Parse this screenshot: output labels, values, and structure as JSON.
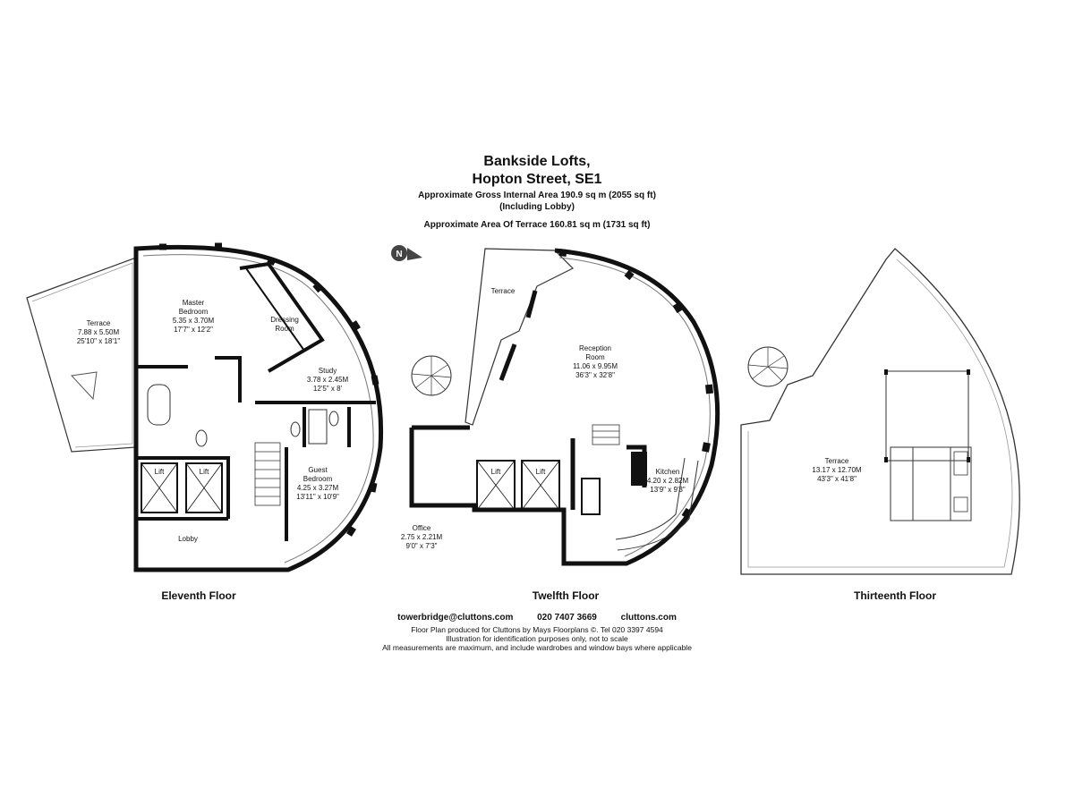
{
  "header": {
    "title_line1": "Bankside Lofts,",
    "title_line2": "Hopton Street, SE1",
    "area_gross": "Approximate Gross Internal Area  190.9 sq m  (2055 sq ft)",
    "area_note": "(Including Lobby)",
    "area_terrace": "Approximate Area Of Terrace  160.81 sq m  (1731 sq ft)"
  },
  "compass": {
    "label": "N"
  },
  "floors": {
    "eleventh": {
      "label": "Eleventh Floor",
      "rooms": {
        "terrace": [
          "Terrace",
          "7.88 x 5.50M",
          "25'10\" x 18'1\""
        ],
        "master": [
          "Master",
          "Bedroom",
          "5.35 x 3.70M",
          "17'7\" x 12'2\""
        ],
        "dressing": [
          "Dressing",
          "Room"
        ],
        "study": [
          "Study",
          "3.78 x 2.45M",
          "12'5\" x 8'"
        ],
        "guest": [
          "Guest",
          "Bedroom",
          "4.25 x 3.27M",
          "13'11\" x 10'9\""
        ],
        "lift1": "Lift",
        "lift2": "Lift",
        "lobby": "Lobby"
      }
    },
    "twelfth": {
      "label": "Twelfth Floor",
      "rooms": {
        "terrace": "Terrace",
        "reception": [
          "Reception",
          "Room",
          "11.06 x 9.95M",
          "36'3\" x 32'8\""
        ],
        "kitchen": [
          "Kitchen",
          "4.20 x 2.82M",
          "13'9\" x 9'3\""
        ],
        "office": [
          "Office",
          "2.75 x 2.21M",
          "9'0\" x 7'3\""
        ],
        "lift1": "Lift",
        "lift2": "Lift"
      }
    },
    "thirteenth": {
      "label": "Thirteenth Floor",
      "rooms": {
        "terrace": [
          "Terrace",
          "13.17 x 12.70M",
          "43'3\" x 41'8\""
        ]
      }
    }
  },
  "contact": {
    "email": "towerbridge@cluttons.com",
    "phone": "020 7407 3669",
    "web": "cluttons.com"
  },
  "footer": {
    "line1": "Floor Plan produced for Cluttons by Mays Floorplans ©. Tel 020 3397 4594",
    "line2": "Illustration for identification purposes only, not to scale",
    "line3": "All measurements are maximum, and include wardrobes and window bays where applicable"
  }
}
